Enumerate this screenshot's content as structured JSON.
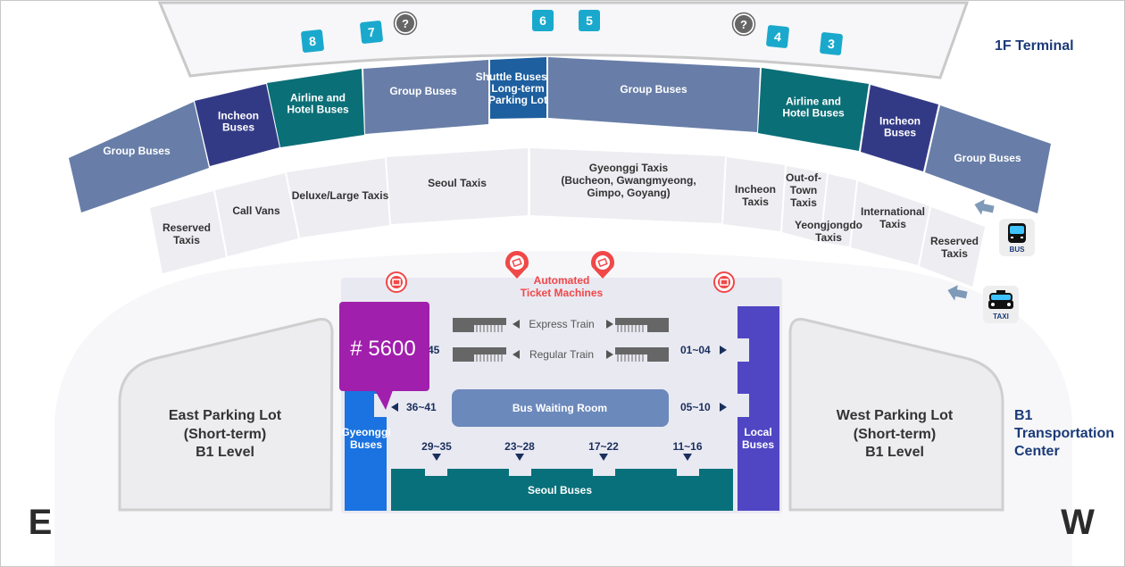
{
  "labels": {
    "terminal_1f": "1F Terminal",
    "transport_center": [
      "B1",
      "Transportation",
      "Center"
    ],
    "compass_east": "E",
    "compass_west": "W"
  },
  "gates": [
    "8",
    "7",
    "6",
    "5",
    "4",
    "3"
  ],
  "info_icon": "?",
  "bus_row": [
    {
      "label": [
        "Group Buses"
      ],
      "color": "#687ea8"
    },
    {
      "label": [
        "Incheon",
        "Buses"
      ],
      "color": "#333a85"
    },
    {
      "label": [
        "Airline and",
        "Hotel Buses"
      ],
      "color": "#0b6f77"
    },
    {
      "label": [
        "Group Buses"
      ],
      "color": "#687ea8"
    },
    {
      "label": [
        "Shuttle Buses to",
        "Long-term",
        "Parking Lot"
      ],
      "color": "#1d5f9f"
    },
    {
      "label": [
        "Group Buses"
      ],
      "color": "#687ea8"
    },
    {
      "label": [
        "Airline and",
        "Hotel Buses"
      ],
      "color": "#0b6f77"
    },
    {
      "label": [
        "Incheon",
        "Buses"
      ],
      "color": "#333a85"
    },
    {
      "label": [
        "Group Buses"
      ],
      "color": "#687ea8"
    }
  ],
  "taxi_row": [
    {
      "label": [
        "Reserved",
        "Taxis"
      ]
    },
    {
      "label": [
        "Call Vans"
      ]
    },
    {
      "label": [
        "Deluxe/Large Taxis"
      ]
    },
    {
      "label": [
        "Seoul Taxis"
      ]
    },
    {
      "label": [
        "Gyeonggi Taxis",
        "(Bucheon, Gwangmyeong,",
        "Gimpo, Goyang)"
      ]
    },
    {
      "label": [
        "Incheon",
        "Taxis"
      ]
    },
    {
      "label": [
        "Out-of-",
        "Town",
        "Taxis"
      ]
    },
    {
      "label": [
        "Yeongjongdo",
        "Taxis"
      ]
    },
    {
      "label": [
        "International",
        "Taxis"
      ]
    },
    {
      "label": [
        "Reserved",
        "Taxis"
      ]
    }
  ],
  "transport_icons": {
    "bus": "BUS",
    "taxi": "TAXI"
  },
  "ticket_machines": [
    "Automated",
    "Ticket Machines"
  ],
  "trains": {
    "express": "Express Train",
    "regular": "Regular Train"
  },
  "bus_waiting_room": "Bus Waiting Room",
  "gyeonggi_buses": [
    "Gyeonggi",
    "Buses"
  ],
  "local_buses": [
    "Local",
    "Buses"
  ],
  "seoul_buses": "Seoul Buses",
  "routes": {
    "r42_45": "45",
    "r36_41": "36~41",
    "r01_04": "01~04",
    "r05_10": "05~10",
    "r29_35": "29~35",
    "r23_28": "23~28",
    "r17_22": "17~22",
    "r11_16": "11~16"
  },
  "tooltip": "# 5600",
  "parking": {
    "east": [
      "East Parking Lot",
      "(Short-term)",
      "B1 Level"
    ],
    "west": [
      "West Parking Lot",
      "(Short-term)",
      "B1 Level"
    ]
  },
  "colors": {
    "group": "#687ea8",
    "incheon": "#333a85",
    "airline": "#0b6f77",
    "shuttle": "#1d5f9f",
    "gyeonggi": "#1a73e0",
    "local": "#5046c4",
    "seoul": "#07707a",
    "waiting": "#6c89bc",
    "tooltip": "#a01fac",
    "gate": "#1aa9cd",
    "accent_red": "#f04848",
    "title_blue": "#1b3a78"
  }
}
